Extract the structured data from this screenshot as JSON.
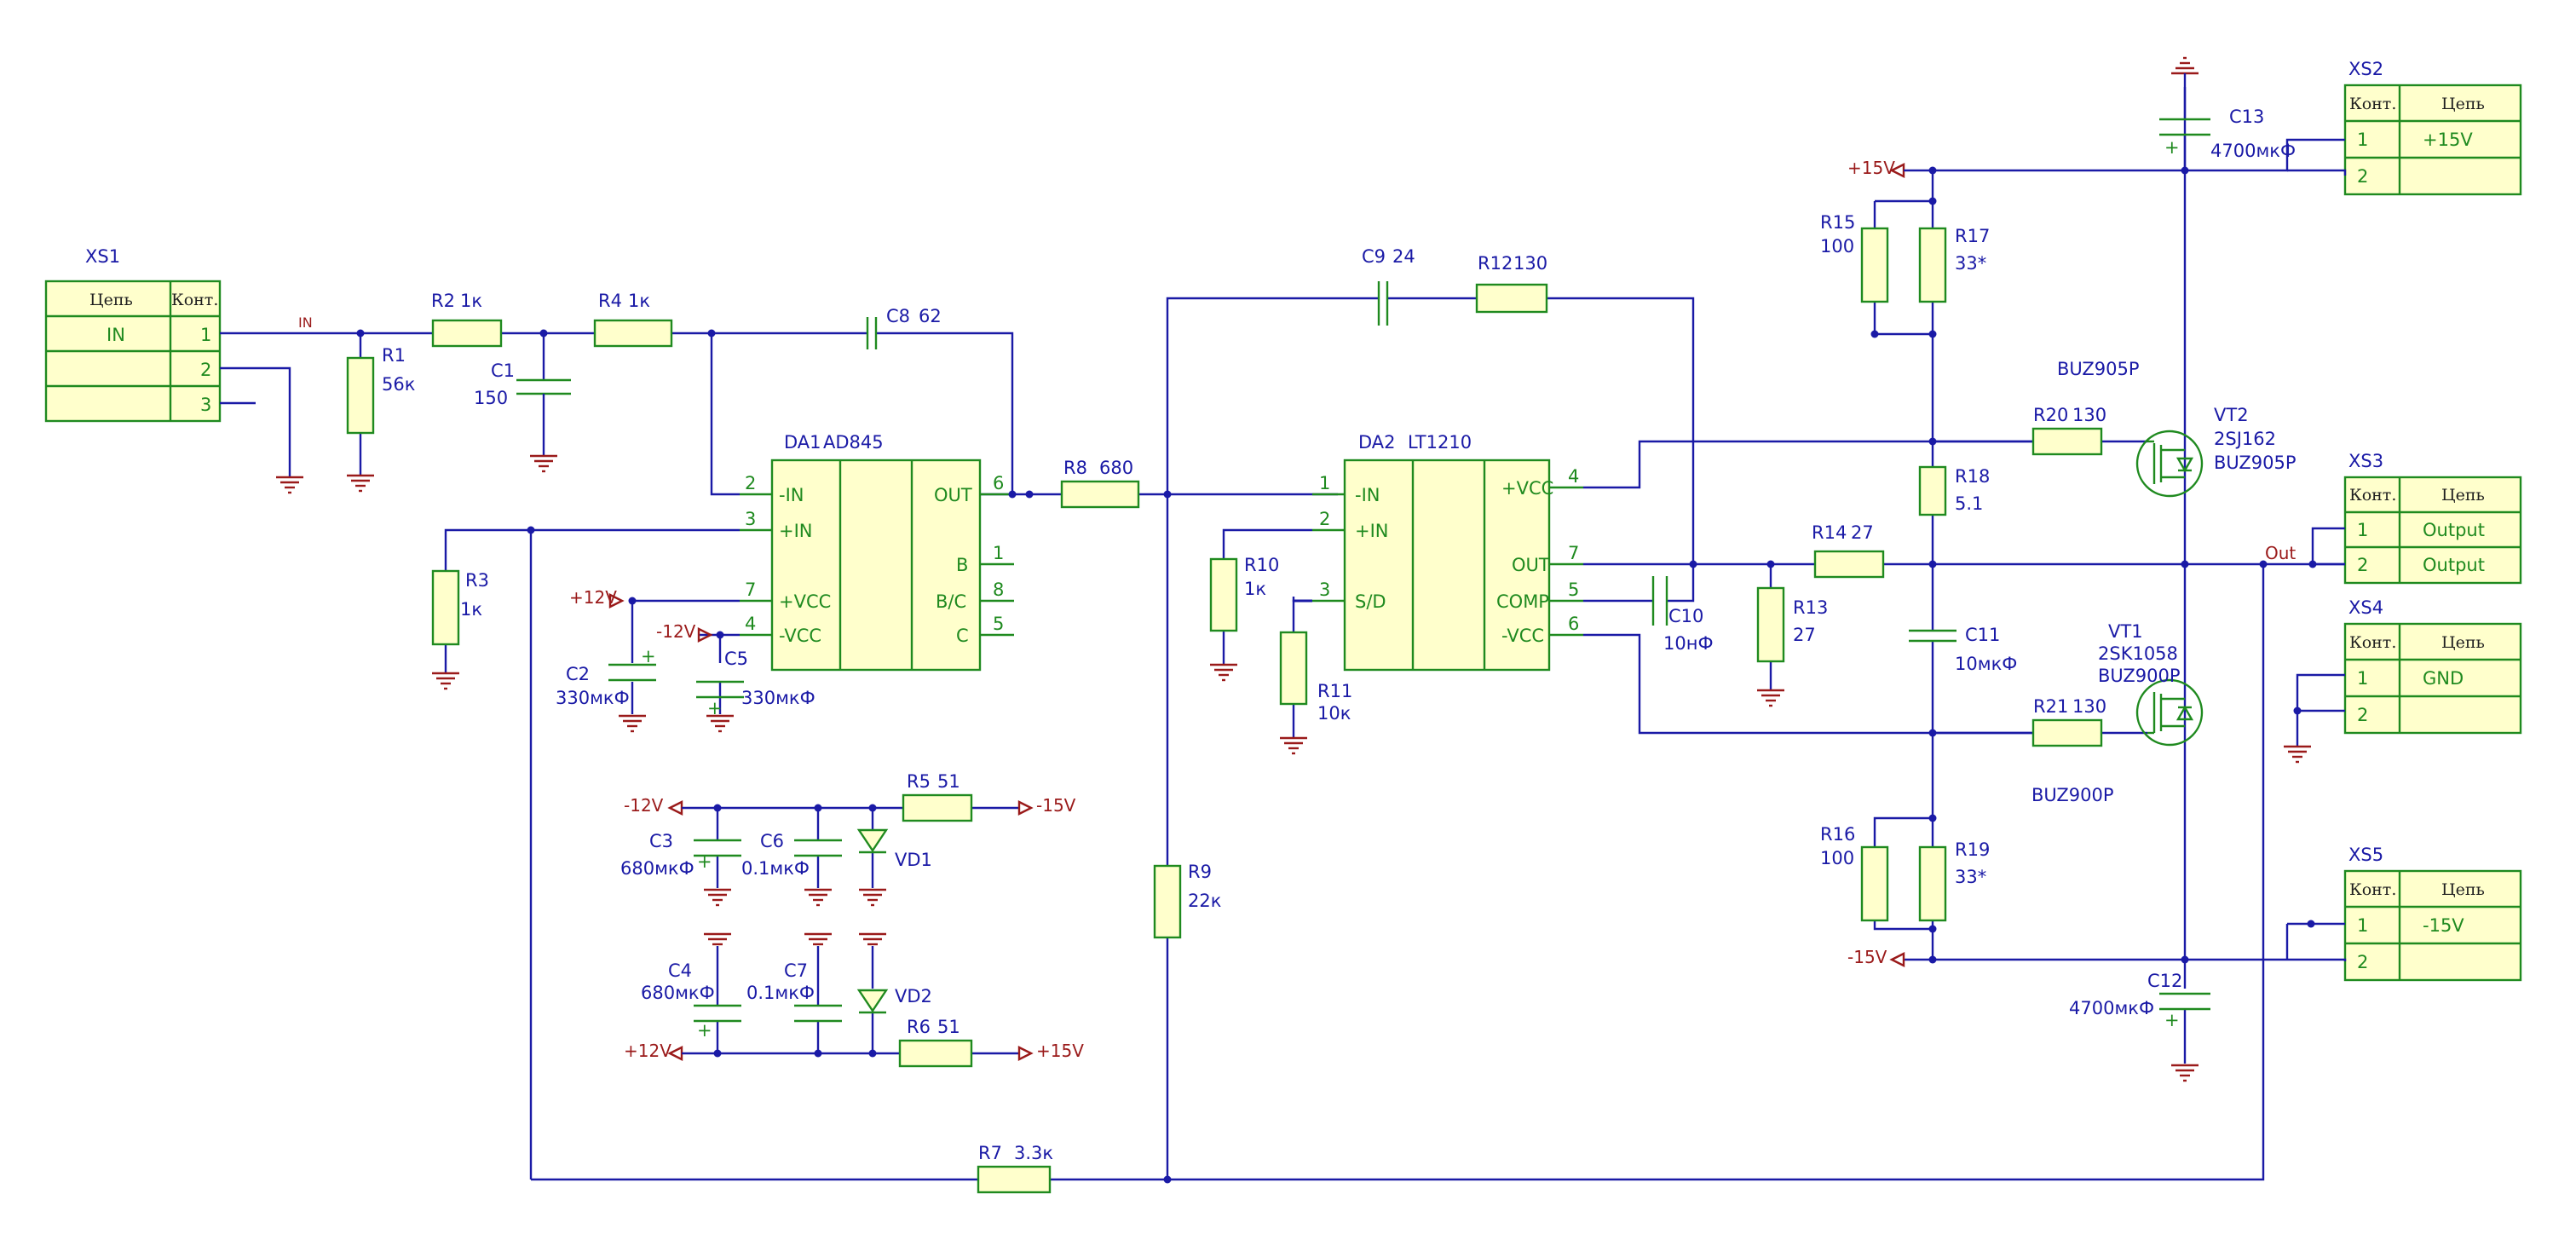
{
  "connectors": {
    "XS1": {
      "ref": "XS1",
      "h_net": "Цепь",
      "h_pin": "Конт.",
      "rows": [
        {
          "net": "IN",
          "pin": "1"
        },
        {
          "net": "",
          "pin": "2"
        },
        {
          "net": "",
          "pin": "3"
        }
      ]
    },
    "XS2": {
      "ref": "XS2",
      "h_net": "Цепь",
      "h_pin": "Конт.",
      "rows": [
        {
          "net": "+15V",
          "pin": "1"
        },
        {
          "net": "",
          "pin": "2"
        }
      ]
    },
    "XS3": {
      "ref": "XS3",
      "h_net": "Цепь",
      "h_pin": "Конт.",
      "rows": [
        {
          "net": "Output",
          "pin": "1"
        },
        {
          "net": "Output",
          "pin": "2"
        }
      ]
    },
    "XS4": {
      "ref": "XS4",
      "h_net": "Цепь",
      "h_pin": "Конт.",
      "rows": [
        {
          "net": "GND",
          "pin": "1"
        },
        {
          "net": "",
          "pin": "2"
        }
      ]
    },
    "XS5": {
      "ref": "XS5",
      "h_net": "Цепь",
      "h_pin": "Конт.",
      "rows": [
        {
          "net": "-15V",
          "pin": "1"
        },
        {
          "net": "",
          "pin": "2"
        }
      ]
    }
  },
  "ics": {
    "DA1": {
      "ref": "DA1",
      "part": "AD845",
      "pins_left": [
        {
          "num": "2",
          "name": "-IN"
        },
        {
          "num": "3",
          "name": "+IN"
        },
        {
          "num": "7",
          "name": "+VCC"
        },
        {
          "num": "4",
          "name": "-VCC"
        }
      ],
      "pins_right": [
        {
          "num": "6",
          "name": "OUT"
        },
        {
          "num": "1",
          "name": "B"
        },
        {
          "num": "8",
          "name": "B/C"
        },
        {
          "num": "5",
          "name": "C"
        }
      ]
    },
    "DA2": {
      "ref": "DA2",
      "part": "LT1210",
      "pins_left": [
        {
          "num": "1",
          "name": "-IN"
        },
        {
          "num": "2",
          "name": "+IN"
        },
        {
          "num": "3",
          "name": "S/D"
        }
      ],
      "pins_right": [
        {
          "num": "4",
          "name": "+VCC"
        },
        {
          "num": "7",
          "name": "OUT"
        },
        {
          "num": "5",
          "name": "COMP"
        },
        {
          "num": "6",
          "name": "-VCC"
        }
      ]
    }
  },
  "transistors": {
    "VT1": {
      "ref": "VT1",
      "part": "2SK1058",
      "alt": "BUZ900P",
      "note": "BUZ900P"
    },
    "VT2": {
      "ref": "VT2",
      "part": "2SJ162",
      "alt": "BUZ905P",
      "note": "BUZ905P"
    }
  },
  "diodes": {
    "VD1": "VD1",
    "VD2": "VD2"
  },
  "resistors": {
    "R1": {
      "ref": "R1",
      "value": "56к"
    },
    "R2": {
      "ref": "R2",
      "value": "1к"
    },
    "R3": {
      "ref": "R3",
      "value": "1к"
    },
    "R4": {
      "ref": "R4",
      "value": "1к"
    },
    "R5": {
      "ref": "R5",
      "value": "51"
    },
    "R6": {
      "ref": "R6",
      "value": "51"
    },
    "R7": {
      "ref": "R7",
      "value": "3.3к"
    },
    "R8": {
      "ref": "R8",
      "value": "680"
    },
    "R9": {
      "ref": "R9",
      "value": "22к"
    },
    "R10": {
      "ref": "R10",
      "value": "1к"
    },
    "R11": {
      "ref": "R11",
      "value": "10к"
    },
    "R12": {
      "ref": "R12",
      "value": "130"
    },
    "R13": {
      "ref": "R13",
      "value": "27"
    },
    "R14": {
      "ref": "R14",
      "value": "27"
    },
    "R15": {
      "ref": "R15",
      "value": "100"
    },
    "R16": {
      "ref": "R16",
      "value": "100"
    },
    "R17": {
      "ref": "R17",
      "value": "33*"
    },
    "R18": {
      "ref": "R18",
      "value": "5.1"
    },
    "R19": {
      "ref": "R19",
      "value": "33*"
    },
    "R20": {
      "ref": "R20",
      "value": "130"
    },
    "R21": {
      "ref": "R21",
      "value": "130"
    }
  },
  "capacitors": {
    "C1": {
      "ref": "C1",
      "value": "150"
    },
    "C2": {
      "ref": "C2",
      "value": "330мкФ"
    },
    "C3": {
      "ref": "C3",
      "value": "680мкФ"
    },
    "C4": {
      "ref": "C4",
      "value": "680мкФ"
    },
    "C5": {
      "ref": "C5",
      "value": "330мкФ"
    },
    "C6": {
      "ref": "C6",
      "value": "0.1мкФ"
    },
    "C7": {
      "ref": "C7",
      "value": "0.1мкФ"
    },
    "C8": {
      "ref": "C8",
      "value": "62"
    },
    "C9": {
      "ref": "C9",
      "value": "24"
    },
    "C10": {
      "ref": "C10",
      "value": "10нФ"
    },
    "C11": {
      "ref": "C11",
      "value": "10мкФ"
    },
    "C12": {
      "ref": "C12",
      "value": "4700мкФ"
    },
    "C13": {
      "ref": "C13",
      "value": "4700мкФ"
    }
  },
  "nets": {
    "in": "IN",
    "out": "Out",
    "p12": "+12V",
    "m12": "-12V",
    "p15": "+15V",
    "m15": "-15V",
    "plus": "+"
  },
  "colors": {
    "wire": "#1a1aa6",
    "part": "#1f8a1f",
    "fill": "#ffffcc",
    "power": "#9a1a1a"
  }
}
